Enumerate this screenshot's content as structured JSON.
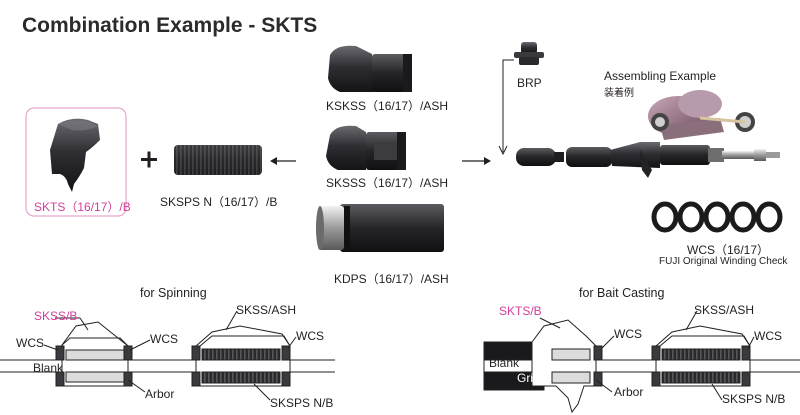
{
  "title": "Combination Example - SKTS",
  "parts": {
    "skts": "SKTS（16/17）/B",
    "skspsn": "SKSPS N（16/17）/B",
    "ksksss": "KSKSS（16/17）/ASH",
    "sksss": "SKSSS（16/17）/ASH",
    "kdps": "KDPS（16/17）/ASH",
    "brp": "BRP",
    "wcs": "WCS（16/17）",
    "wcs_sub": "FUJI Original Winding Check"
  },
  "assembling": {
    "title": "Assembling Example",
    "subtitle": "装着例"
  },
  "spinning": {
    "title": "for Spinning",
    "skss_b": "SKSS/B",
    "skss_ash": "SKSS/ASH",
    "wcs_left": "WCS",
    "wcs_mid": "WCS",
    "wcs_right": "WCS",
    "blank": "Blank",
    "arbor": "Arbor",
    "skspsnb": "SKSPS N/B"
  },
  "baitcasting": {
    "title": "for Bait Casting",
    "skts_b": "SKTS/B",
    "skss_ash": "SKSS/ASH",
    "wcs_mid": "WCS",
    "wcs_right": "WCS",
    "blank": "Blank",
    "grip": "Grip",
    "arbor": "Arbor",
    "skspsnb": "SKSPS N/B"
  },
  "symbols": {
    "plus": "+"
  },
  "colors": {
    "accent_pink": "#d1409a",
    "part_dark": "#3a3a3e",
    "frame_pink": "#e6a6cc"
  }
}
